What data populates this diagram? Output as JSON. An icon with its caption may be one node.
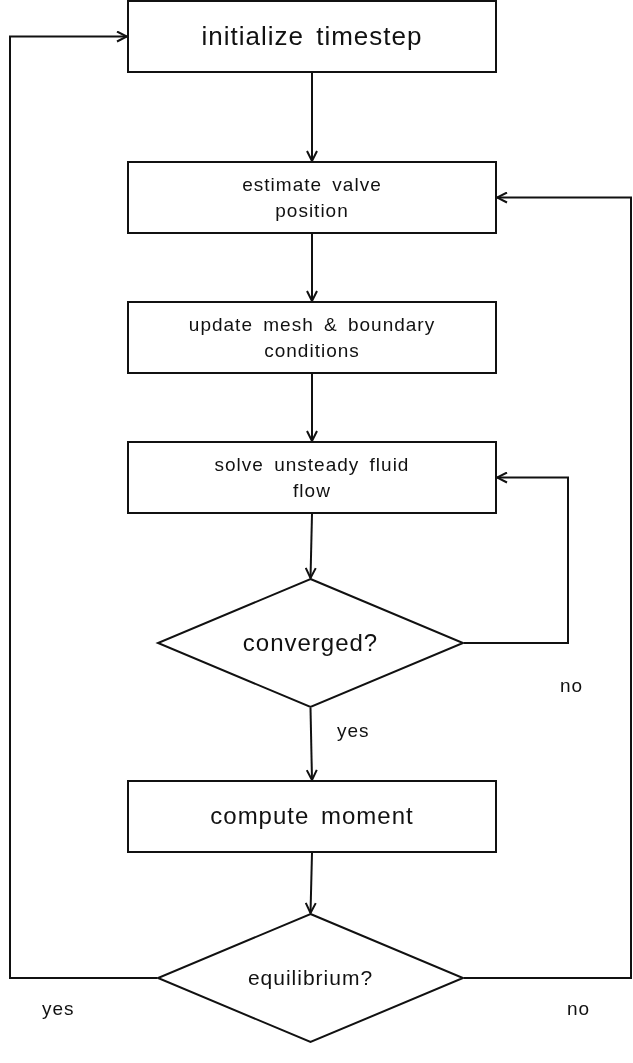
{
  "diagram": {
    "nodes": [
      {
        "text": [
          "initialize timestep"
        ]
      },
      {
        "text": [
          "estimate valve position"
        ]
      },
      {
        "text": [
          "update mesh & boundary conditions"
        ]
      },
      {
        "text": [
          "solve unsteady fluid flow"
        ]
      },
      {
        "text": [
          "converged?"
        ]
      },
      {
        "text": [
          "compute moment"
        ]
      },
      {
        "text": [
          "equilibrium?"
        ]
      }
    ],
    "edges": [
      {
        "from": 0,
        "to": 1,
        "arrow": "to"
      },
      {
        "from": 1,
        "to": 2,
        "arrow": "to"
      },
      {
        "from": 2,
        "to": 3,
        "arrow": "to"
      },
      {
        "from": 3,
        "to": 4,
        "arrow": "to"
      },
      {
        "from": 4,
        "to": 5,
        "arrow": "to",
        "label": "yes"
      },
      {
        "from": 4,
        "to": 3,
        "arrow": "to",
        "label": "no"
      },
      {
        "from": 5,
        "to": 6,
        "arrow": "to"
      },
      {
        "from": 6,
        "to": 1,
        "arrow": "to",
        "label": "no"
      },
      {
        "from": 6,
        "to": 0,
        "arrow": "to",
        "label": "yes"
      }
    ]
  }
}
